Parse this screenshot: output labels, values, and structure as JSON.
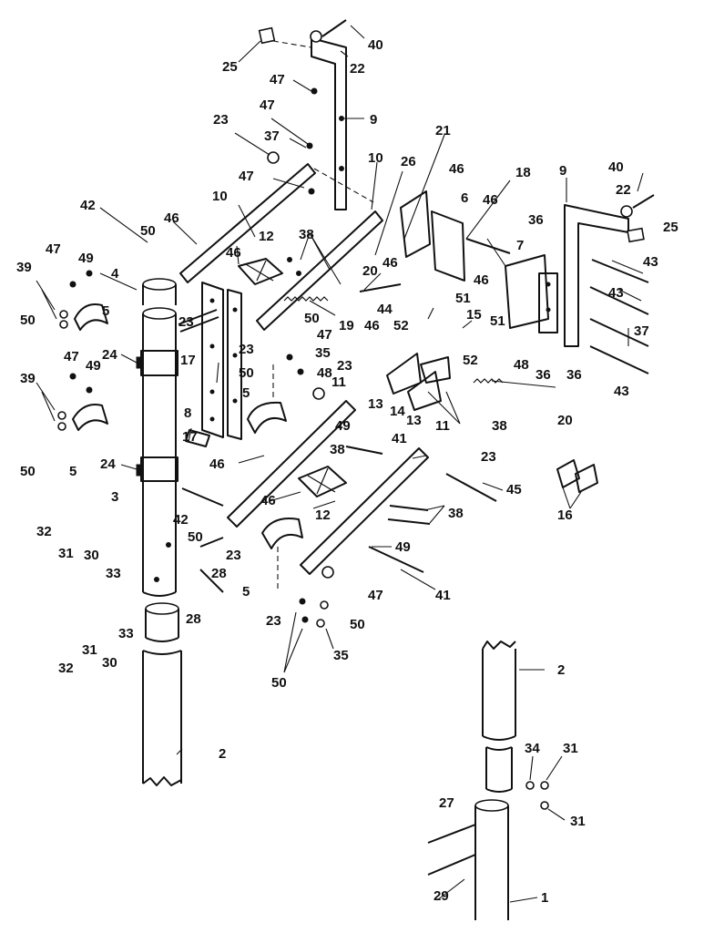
{
  "callouts": [
    {
      "id": "c40a",
      "text": "40"
    },
    {
      "id": "c25a",
      "text": "25"
    },
    {
      "id": "c22a",
      "text": "22"
    },
    {
      "id": "c47a",
      "text": "47"
    },
    {
      "id": "c9a",
      "text": "9"
    },
    {
      "id": "c47b",
      "text": "47"
    },
    {
      "id": "c23a",
      "text": "23"
    },
    {
      "id": "c37a",
      "text": "37"
    },
    {
      "id": "c47c",
      "text": "47"
    },
    {
      "id": "c10a",
      "text": "10"
    },
    {
      "id": "c26",
      "text": "26"
    },
    {
      "id": "c21",
      "text": "21"
    },
    {
      "id": "c10b",
      "text": "10"
    },
    {
      "id": "c46a",
      "text": "46"
    },
    {
      "id": "c6",
      "text": "6"
    },
    {
      "id": "c46b",
      "text": "46"
    },
    {
      "id": "c18",
      "text": "18"
    },
    {
      "id": "c9b",
      "text": "9"
    },
    {
      "id": "c40b",
      "text": "40"
    },
    {
      "id": "c22b",
      "text": "22"
    },
    {
      "id": "c25b",
      "text": "25"
    },
    {
      "id": "c42a",
      "text": "42"
    },
    {
      "id": "c50a",
      "text": "50"
    },
    {
      "id": "c46c",
      "text": "46"
    },
    {
      "id": "c12a",
      "text": "12"
    },
    {
      "id": "c38a",
      "text": "38"
    },
    {
      "id": "c46d",
      "text": "46"
    },
    {
      "id": "c36a",
      "text": "36"
    },
    {
      "id": "c7",
      "text": "7"
    },
    {
      "id": "c43a",
      "text": "43"
    },
    {
      "id": "c47d",
      "text": "47"
    },
    {
      "id": "c49a",
      "text": "49"
    },
    {
      "id": "c39a",
      "text": "39"
    },
    {
      "id": "c4",
      "text": "4"
    },
    {
      "id": "c20a",
      "text": "20"
    },
    {
      "id": "c46e",
      "text": "46"
    },
    {
      "id": "c46f",
      "text": "46"
    },
    {
      "id": "c43b",
      "text": "43"
    },
    {
      "id": "c50b",
      "text": "50"
    },
    {
      "id": "c5a",
      "text": "5"
    },
    {
      "id": "c23b",
      "text": "23"
    },
    {
      "id": "c50c",
      "text": "50"
    },
    {
      "id": "c19",
      "text": "19"
    },
    {
      "id": "c44",
      "text": "44"
    },
    {
      "id": "c51a",
      "text": "51"
    },
    {
      "id": "c15",
      "text": "15"
    },
    {
      "id": "c51b",
      "text": "51"
    },
    {
      "id": "c37b",
      "text": "37"
    },
    {
      "id": "c52a",
      "text": "52"
    },
    {
      "id": "c52b",
      "text": "52"
    },
    {
      "id": "c17a",
      "text": "17"
    },
    {
      "id": "c23c",
      "text": "23"
    },
    {
      "id": "c47e",
      "text": "47"
    },
    {
      "id": "c46g",
      "text": "46"
    },
    {
      "id": "c24a",
      "text": "24"
    },
    {
      "id": "c47f",
      "text": "47"
    },
    {
      "id": "c35a",
      "text": "35"
    },
    {
      "id": "c48a",
      "text": "48"
    },
    {
      "id": "c36b",
      "text": "36"
    },
    {
      "id": "c36c",
      "text": "36"
    },
    {
      "id": "c43c",
      "text": "43"
    },
    {
      "id": "c49b",
      "text": "49"
    },
    {
      "id": "c50d",
      "text": "50"
    },
    {
      "id": "c48b",
      "text": "48"
    },
    {
      "id": "c23d",
      "text": "23"
    },
    {
      "id": "c39b",
      "text": "39"
    },
    {
      "id": "c8",
      "text": "8"
    },
    {
      "id": "c5b",
      "text": "5"
    },
    {
      "id": "c11a",
      "text": "11"
    },
    {
      "id": "c13a",
      "text": "13"
    },
    {
      "id": "c14",
      "text": "14"
    },
    {
      "id": "c13b",
      "text": "13"
    },
    {
      "id": "c38b",
      "text": "38"
    },
    {
      "id": "c20b",
      "text": "20"
    },
    {
      "id": "c50e",
      "text": "50"
    },
    {
      "id": "c5c",
      "text": "5"
    },
    {
      "id": "c17b",
      "text": "17"
    },
    {
      "id": "c49c",
      "text": "49"
    },
    {
      "id": "c41a",
      "text": "41"
    },
    {
      "id": "c11b",
      "text": "11"
    },
    {
      "id": "c24b",
      "text": "24"
    },
    {
      "id": "c38c",
      "text": "38"
    },
    {
      "id": "c23e",
      "text": "23"
    },
    {
      "id": "c46h",
      "text": "46"
    },
    {
      "id": "c45",
      "text": "45"
    },
    {
      "id": "c16",
      "text": "16"
    },
    {
      "id": "c3",
      "text": "3"
    },
    {
      "id": "c46i",
      "text": "46"
    },
    {
      "id": "c12b",
      "text": "12"
    },
    {
      "id": "c38d",
      "text": "38"
    },
    {
      "id": "c42b",
      "text": "42"
    },
    {
      "id": "c32a",
      "text": "32"
    },
    {
      "id": "c50f",
      "text": "50"
    },
    {
      "id": "c31a",
      "text": "31"
    },
    {
      "id": "c30a",
      "text": "30"
    },
    {
      "id": "c33a",
      "text": "33"
    },
    {
      "id": "c23f",
      "text": "23"
    },
    {
      "id": "c49d",
      "text": "49"
    },
    {
      "id": "c28a",
      "text": "28"
    },
    {
      "id": "c5d",
      "text": "5"
    },
    {
      "id": "c28b",
      "text": "28"
    },
    {
      "id": "c47g",
      "text": "47"
    },
    {
      "id": "c41b",
      "text": "41"
    },
    {
      "id": "c33b",
      "text": "33"
    },
    {
      "id": "c23g",
      "text": "23"
    },
    {
      "id": "c50g",
      "text": "50"
    },
    {
      "id": "c32b",
      "text": "32"
    },
    {
      "id": "c31b",
      "text": "31"
    },
    {
      "id": "c30b",
      "text": "30"
    },
    {
      "id": "c35b",
      "text": "35"
    },
    {
      "id": "c50h",
      "text": "50"
    },
    {
      "id": "c2a",
      "text": "2"
    },
    {
      "id": "c2b",
      "text": "2"
    },
    {
      "id": "c34",
      "text": "34"
    },
    {
      "id": "c31c",
      "text": "31"
    },
    {
      "id": "c31d",
      "text": "31"
    },
    {
      "id": "c27",
      "text": "27"
    },
    {
      "id": "c29",
      "text": "29"
    },
    {
      "id": "c1",
      "text": "1"
    }
  ]
}
